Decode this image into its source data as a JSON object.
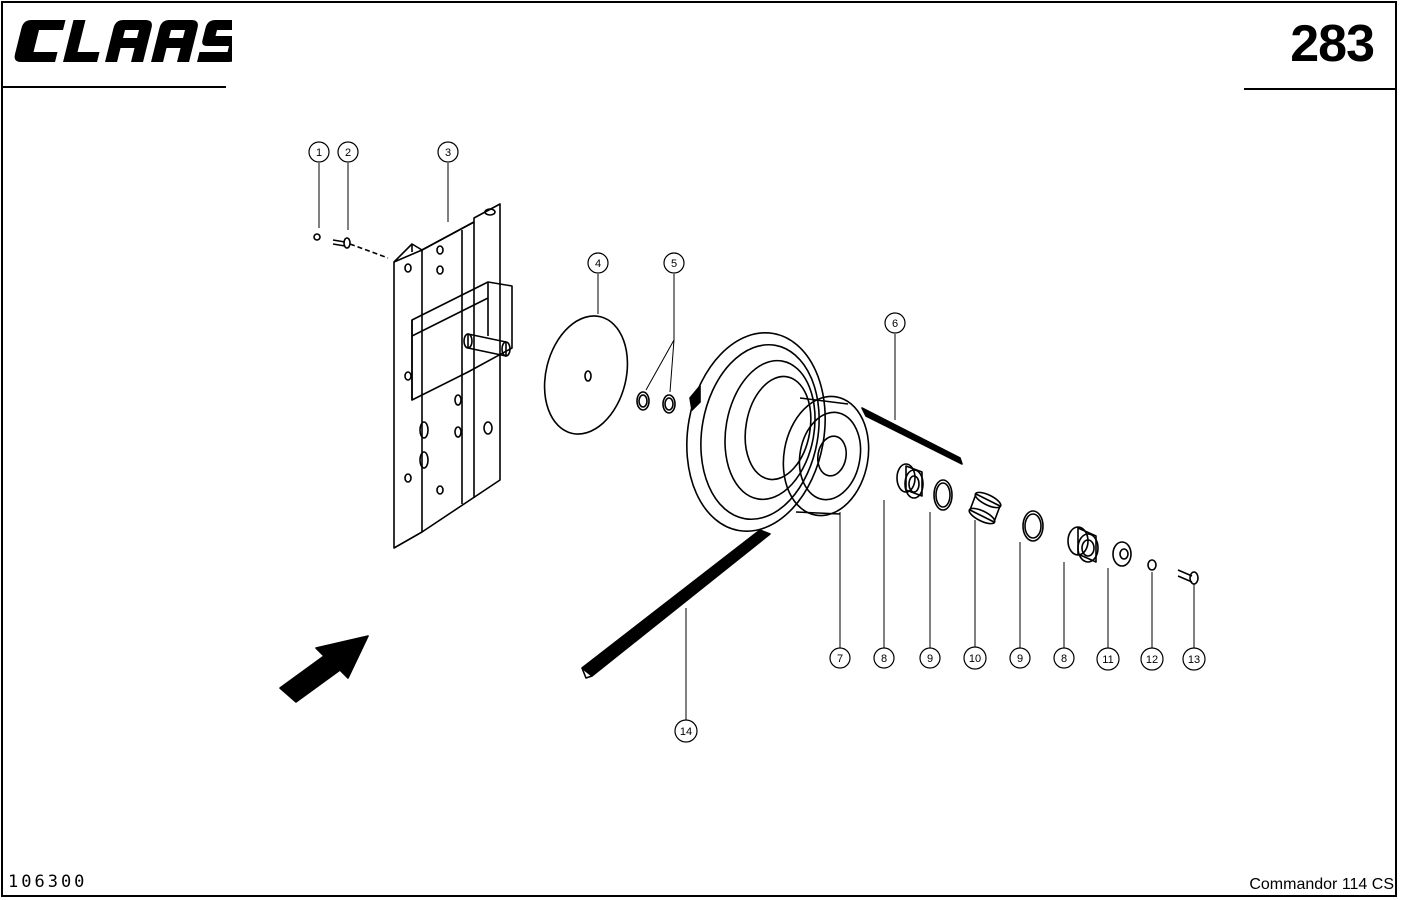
{
  "header": {
    "brand": "CLAAS",
    "page_number": "283"
  },
  "footer": {
    "drawing_number": "106300",
    "model": "Commandor 114 CS"
  },
  "callouts": [
    {
      "id": "c1",
      "label": "1"
    },
    {
      "id": "c2",
      "label": "2"
    },
    {
      "id": "c3",
      "label": "3"
    },
    {
      "id": "c4",
      "label": "4"
    },
    {
      "id": "c5",
      "label": "5"
    },
    {
      "id": "c6",
      "label": "6"
    },
    {
      "id": "c7",
      "label": "7"
    },
    {
      "id": "c8a",
      "label": "8"
    },
    {
      "id": "c9a",
      "label": "9"
    },
    {
      "id": "c10",
      "label": "10"
    },
    {
      "id": "c9b",
      "label": "9"
    },
    {
      "id": "c8b",
      "label": "8"
    },
    {
      "id": "c11",
      "label": "11"
    },
    {
      "id": "c12",
      "label": "12"
    },
    {
      "id": "c13",
      "label": "13"
    },
    {
      "id": "c14",
      "label": "14"
    }
  ]
}
